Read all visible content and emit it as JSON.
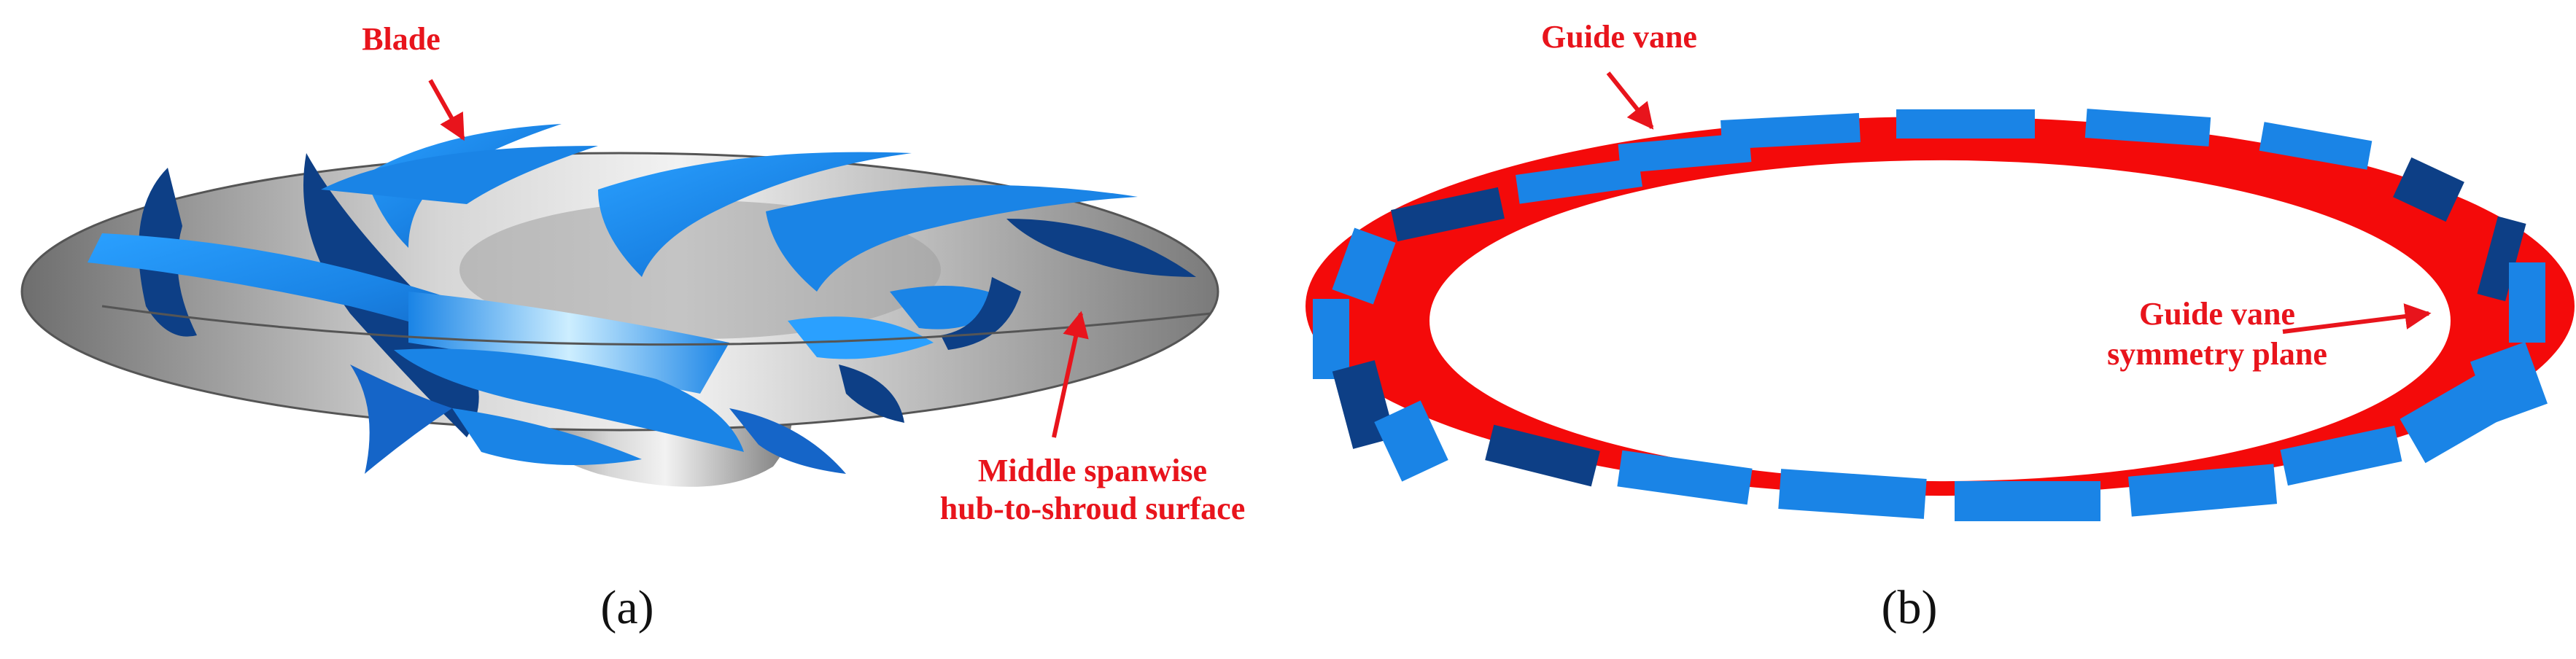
{
  "panels": [
    {
      "caption": "(a)",
      "annotations": {
        "blade": "Blade",
        "surface_line1": "Middle spanwise",
        "surface_line2": "hub-to-shroud surface"
      }
    },
    {
      "caption": "(b)",
      "annotations": {
        "guide_vane": "Guide vane",
        "symmetry_line1": "Guide vane",
        "symmetry_line2": "symmetry plane"
      }
    }
  ],
  "colors": {
    "blade_blue": "#1e90f0",
    "blade_dark": "#0d3f86",
    "surface_gray": "#b8b8b8",
    "ring_red": "#f40a0a",
    "annotation_red": "#e8141c"
  }
}
